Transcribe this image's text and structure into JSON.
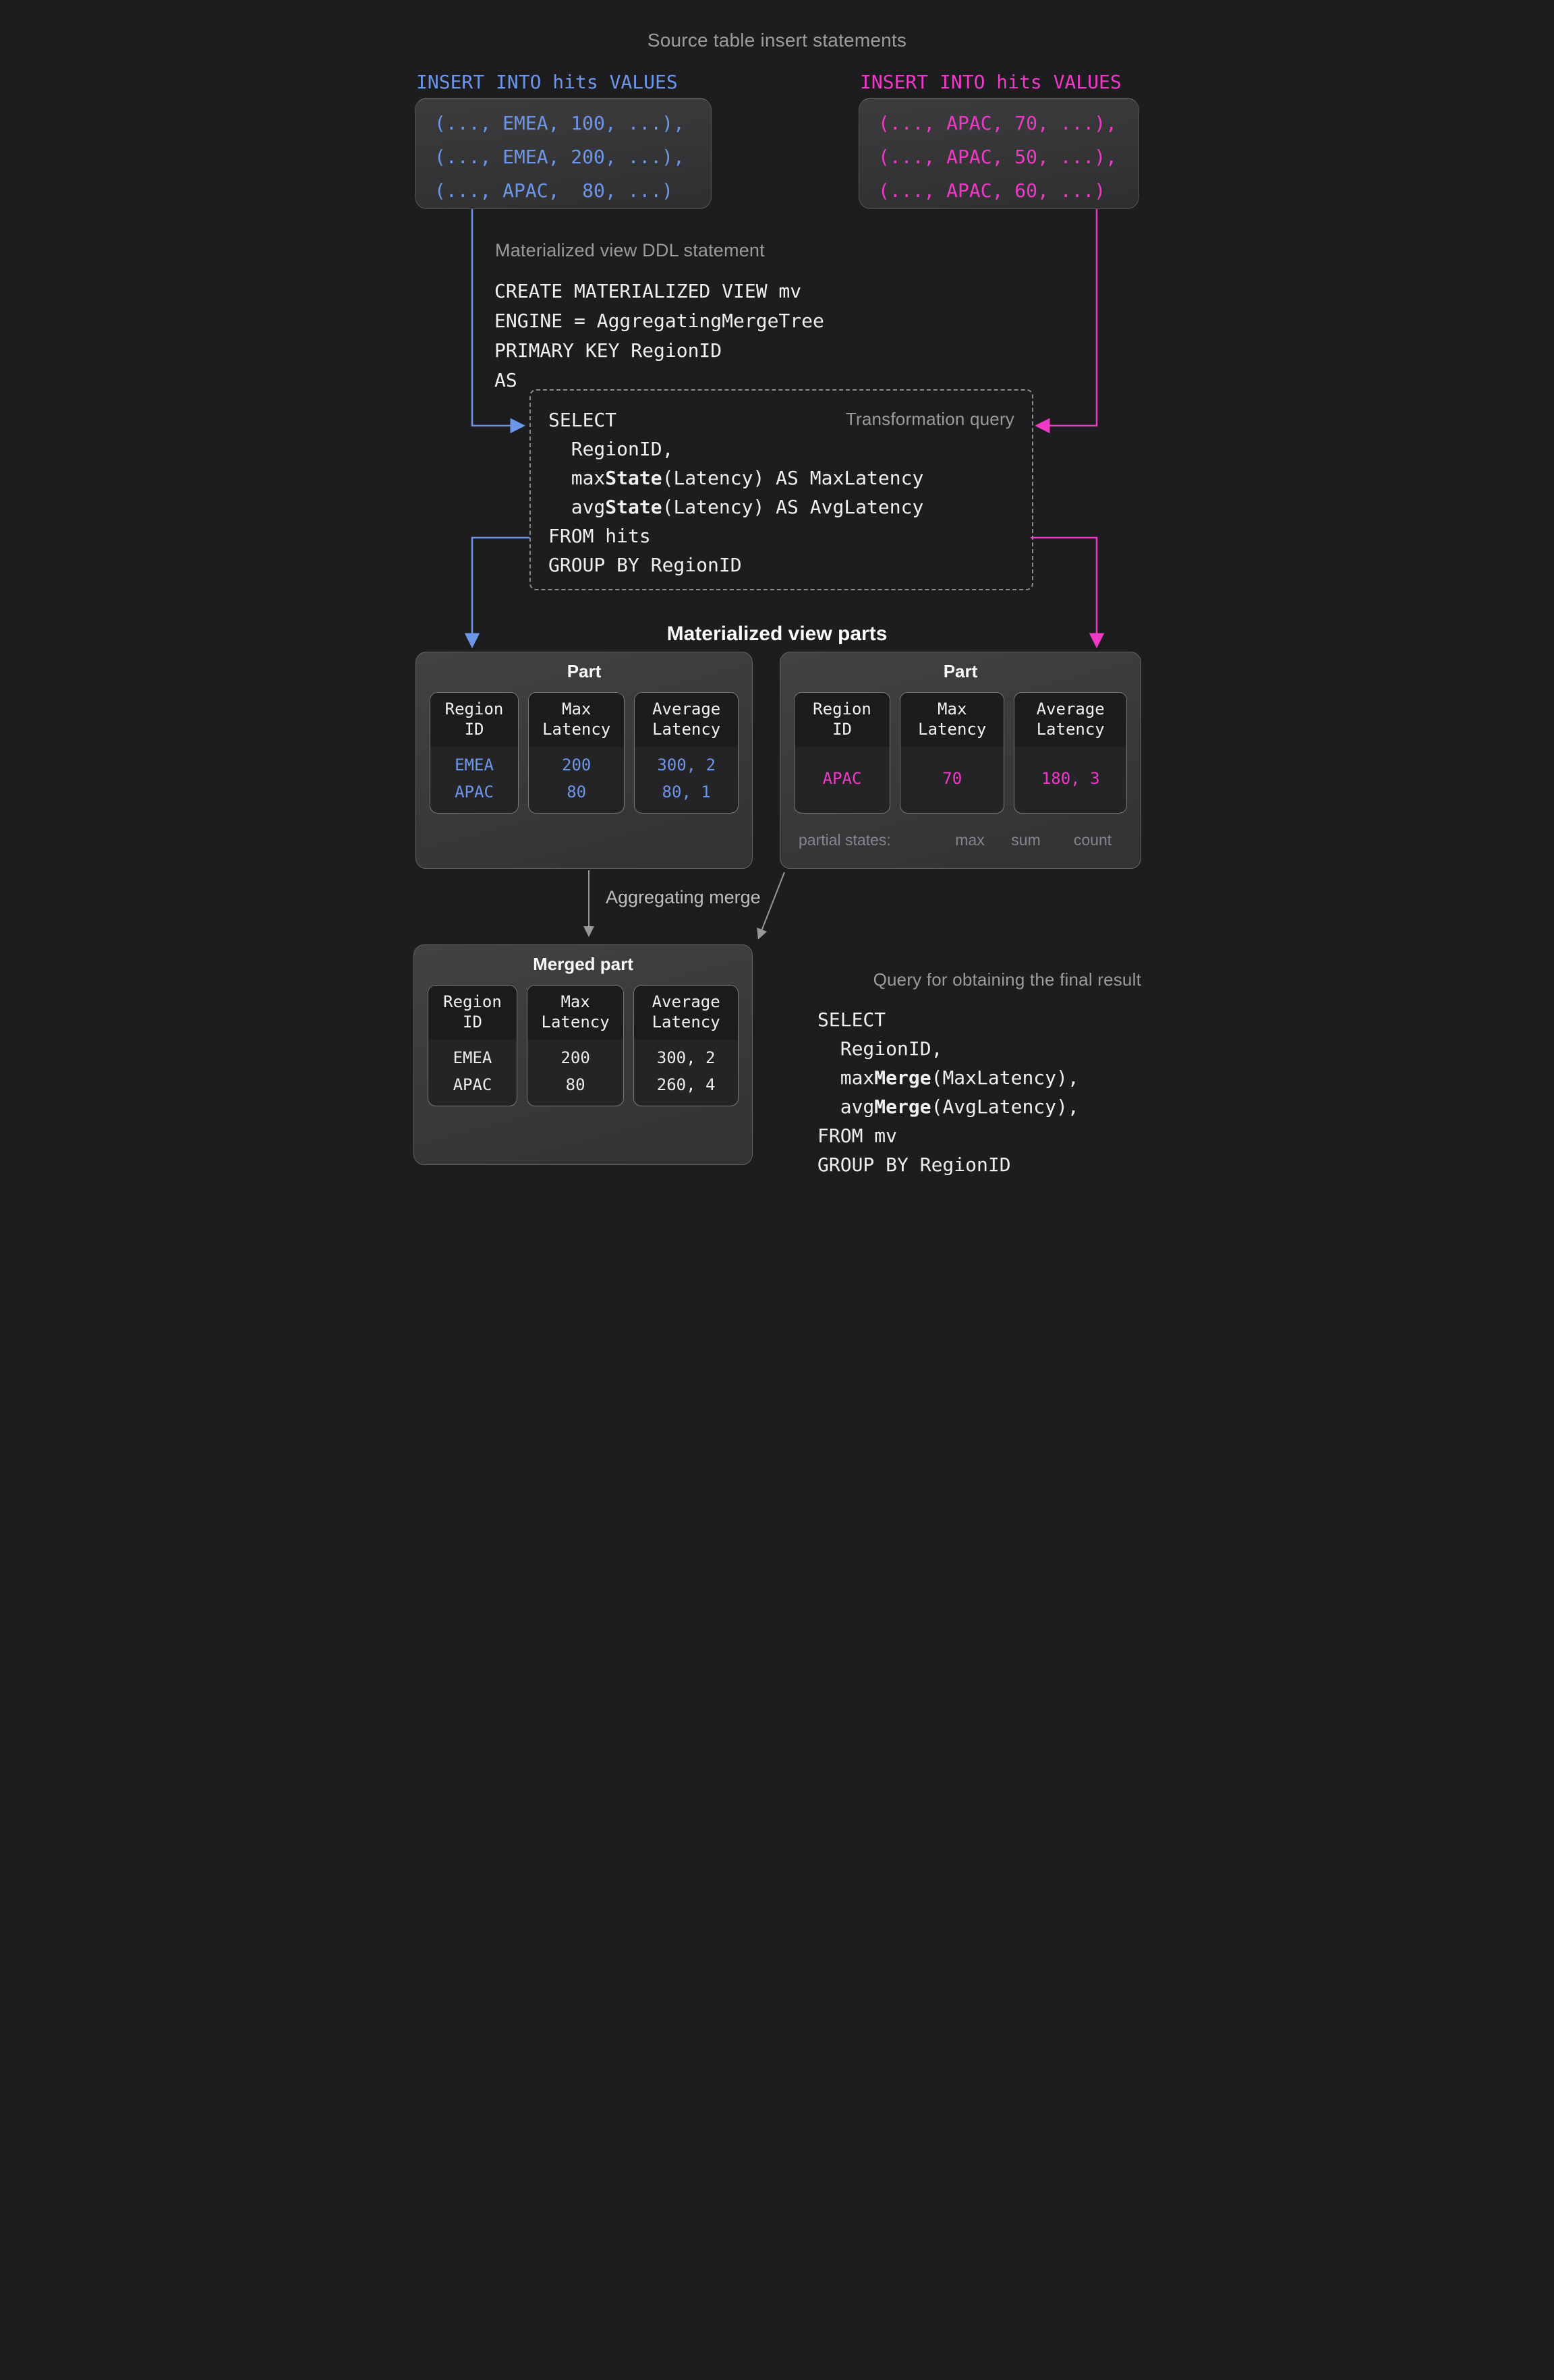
{
  "titles": {
    "source": "Source table insert statements",
    "ddl": "Materialized view DDL statement",
    "transformation": "Transformation query",
    "parts": "Materialized view parts",
    "merge": "Aggregating merge",
    "final_query": "Query for obtaining the final result"
  },
  "colors": {
    "blue": "#6e96e8",
    "pink": "#ee3ac6",
    "gray": "#9b9b9d",
    "background": "#1d1d1f"
  },
  "insert_left": {
    "header": "INSERT INTO hits VALUES",
    "lines": [
      "(..., EMEA, 100, ...),",
      "(..., EMEA, 200, ...),",
      "(..., APAC,  80, ...)"
    ]
  },
  "insert_right": {
    "header": "INSERT INTO hits VALUES",
    "lines": [
      "(..., APAC, 70, ...),",
      "(..., APAC, 50, ...),",
      "(..., APAC, 60, ...)"
    ]
  },
  "ddl_code": [
    "CREATE MATERIALIZED VIEW mv",
    "ENGINE = AggregatingMergeTree",
    "PRIMARY KEY RegionID",
    "AS"
  ],
  "transformation_code": [
    "SELECT",
    "  RegionID,",
    [
      {
        "t": "  max"
      },
      {
        "t": "State",
        "b": true
      },
      {
        "t": "(Latency) AS MaxLatency"
      }
    ],
    [
      {
        "t": "  avg"
      },
      {
        "t": "State",
        "b": true
      },
      {
        "t": "(Latency) AS AvgLatency"
      }
    ],
    "FROM hits",
    "GROUP BY RegionID"
  ],
  "final_code": [
    "SELECT",
    "  RegionID,",
    [
      {
        "t": "  max"
      },
      {
        "t": "Merge",
        "b": true
      },
      {
        "t": "(MaxLatency),"
      }
    ],
    [
      {
        "t": "  avg"
      },
      {
        "t": "Merge",
        "b": true
      },
      {
        "t": "(AvgLatency),"
      }
    ],
    "FROM mv",
    "GROUP BY RegionID"
  ],
  "part_left": {
    "title": "Part",
    "columns": [
      {
        "header": [
          "Region",
          "ID"
        ],
        "values": [
          "EMEA",
          "APAC"
        ]
      },
      {
        "header": [
          "Max",
          "Latency"
        ],
        "values": [
          "200",
          "80"
        ]
      },
      {
        "header": [
          "Average",
          "Latency"
        ],
        "values": [
          "300, 2",
          "80, 1"
        ]
      }
    ]
  },
  "part_right": {
    "title": "Part",
    "columns": [
      {
        "header": [
          "Region",
          "ID"
        ],
        "values": [
          "APAC"
        ]
      },
      {
        "header": [
          "Max",
          "Latency"
        ],
        "values": [
          "70"
        ]
      },
      {
        "header": [
          "Average",
          "Latency"
        ],
        "values": [
          "180, 3"
        ]
      }
    ],
    "partial": {
      "label": "partial states:",
      "tags": [
        "max",
        "sum",
        "count"
      ]
    }
  },
  "part_merged": {
    "title": "Merged part",
    "columns": [
      {
        "header": [
          "Region",
          "ID"
        ],
        "values": [
          "EMEA",
          "APAC"
        ]
      },
      {
        "header": [
          "Max",
          "Latency"
        ],
        "values": [
          "200",
          "80"
        ]
      },
      {
        "header": [
          "Average",
          "Latency"
        ],
        "values": [
          "300, 2",
          "260, 4"
        ]
      }
    ]
  }
}
